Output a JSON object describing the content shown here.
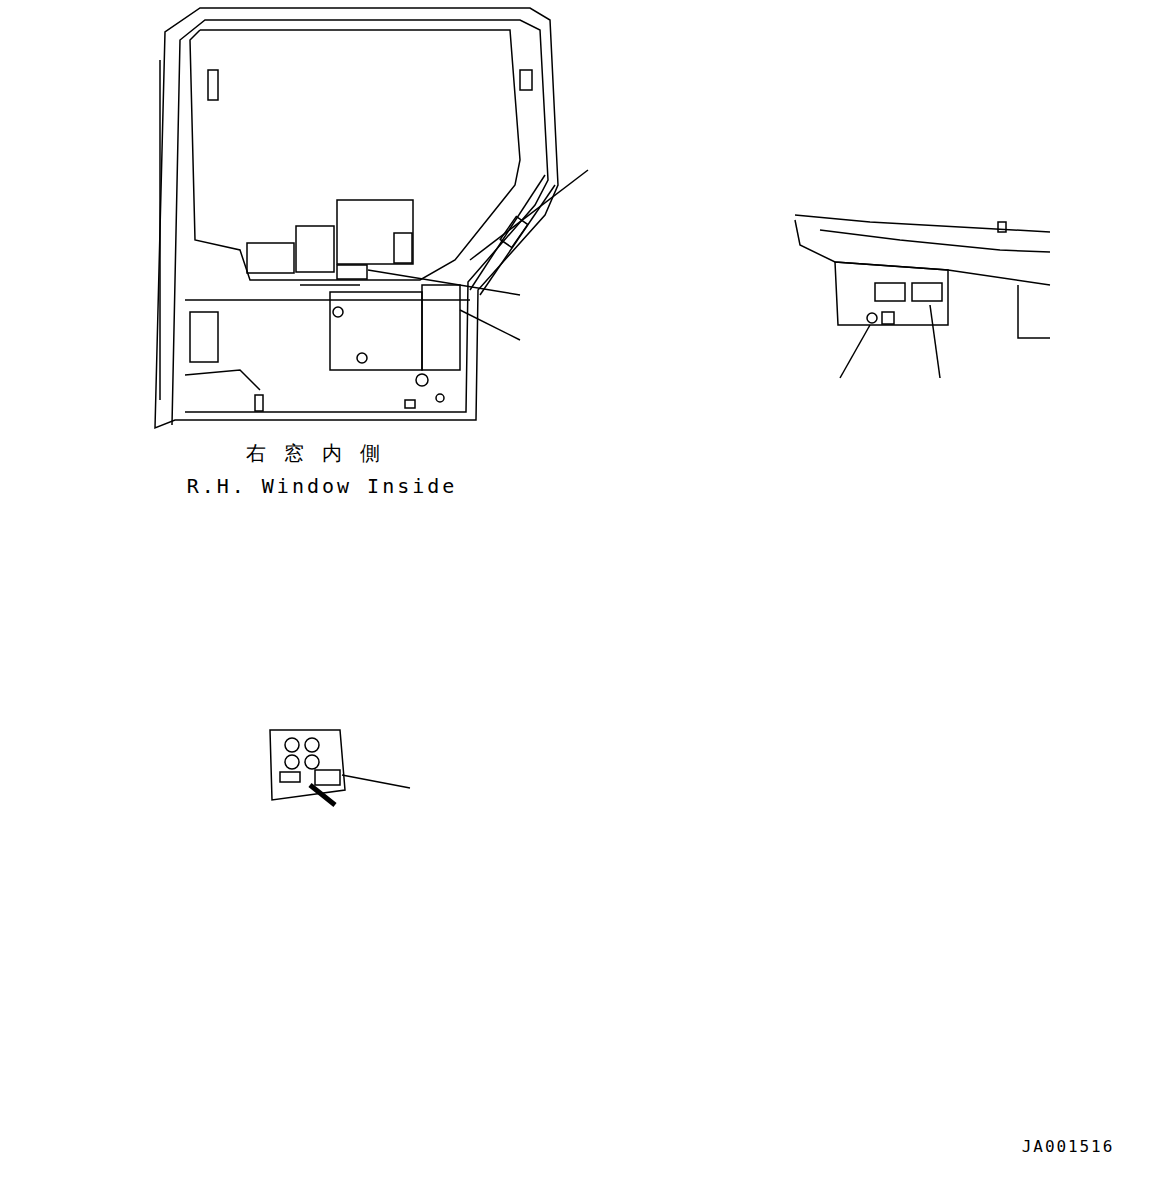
{
  "diagram": {
    "labels": [
      "右窓内側",
      "R.H. Window Inside",
      "JA001516"
    ]
  }
}
